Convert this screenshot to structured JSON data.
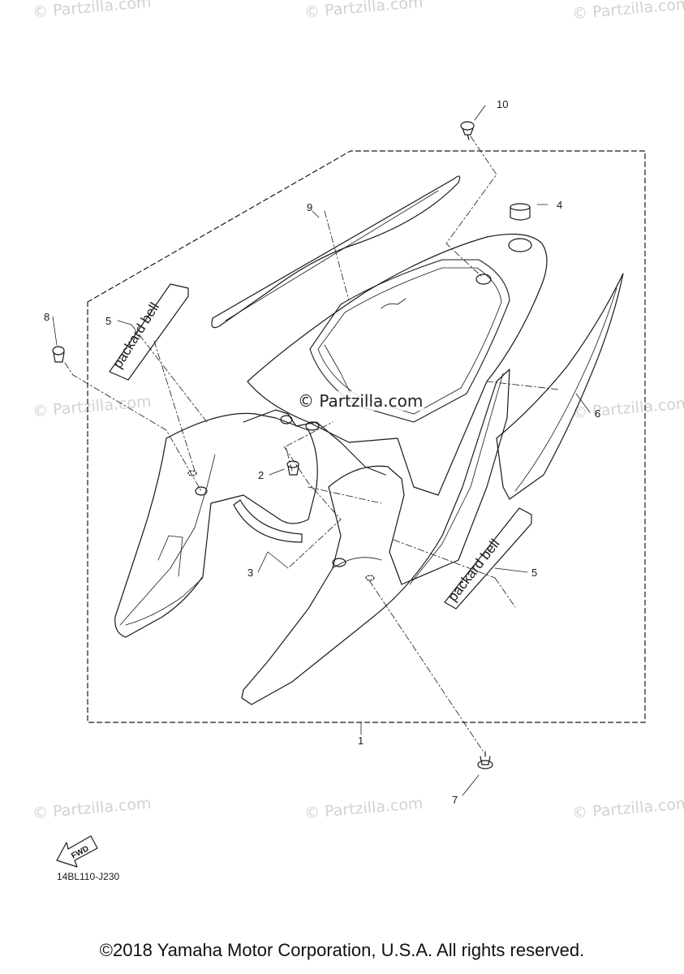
{
  "watermark_text": "© Partzilla.com",
  "center_watermark": "© Partzilla.com",
  "callouts": [
    {
      "id": "1",
      "label": "1"
    },
    {
      "id": "2",
      "label": "2"
    },
    {
      "id": "3",
      "label": "3"
    },
    {
      "id": "4",
      "label": "4"
    },
    {
      "id": "5a",
      "label": "5"
    },
    {
      "id": "5b",
      "label": "5"
    },
    {
      "id": "6",
      "label": "6"
    },
    {
      "id": "7",
      "label": "7"
    },
    {
      "id": "8",
      "label": "8"
    },
    {
      "id": "9",
      "label": "9"
    },
    {
      "id": "10",
      "label": "10"
    }
  ],
  "decal_text": "packard bell",
  "fwd_label": "FWD",
  "diagram_code": "14BL110-J230",
  "copyright": "©2018 Yamaha Motor Corporation, U.S.A. All rights reserved."
}
